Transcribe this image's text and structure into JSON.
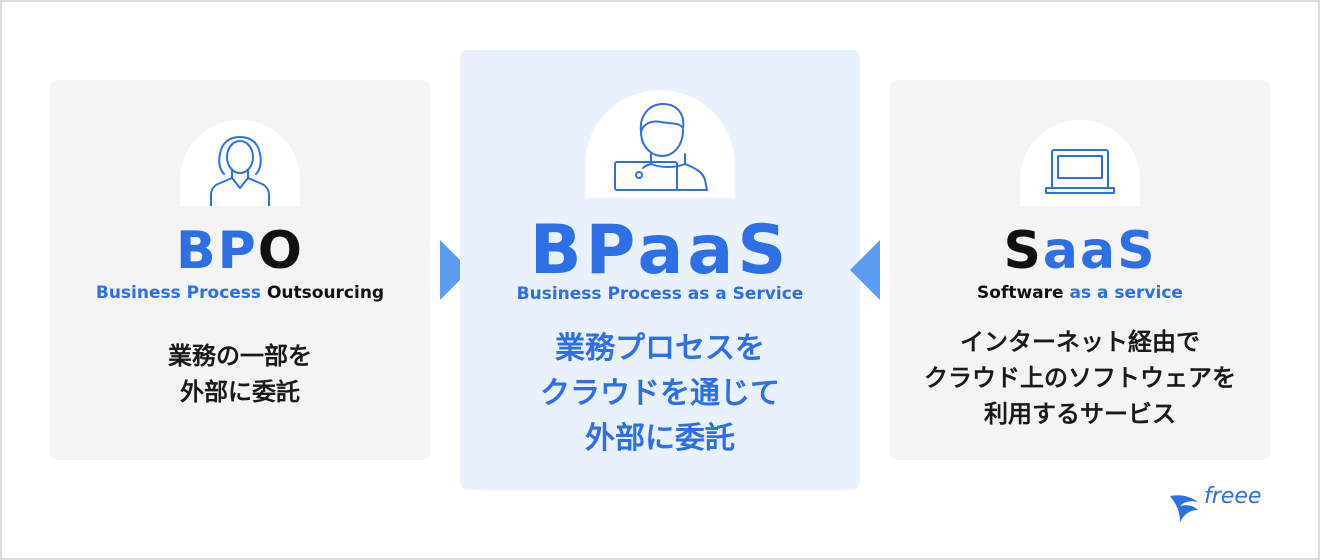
{
  "bpo": {
    "acronym_blue": "BP",
    "acronym_dark": "O",
    "fullname_blue": "Business Process",
    "fullname_dark": " Outsourcing",
    "desc_line1": "業務の一部を",
    "desc_line2": "外部に委託",
    "icon": "person-icon"
  },
  "bpaas": {
    "acronym": "BPaaS",
    "fullname": "Business Process as a Service",
    "desc_line1": "業務プロセスを",
    "desc_line2": "クラウドを通じて",
    "desc_line3": "外部に委託",
    "icon": "person-with-laptop-icon"
  },
  "saas": {
    "acronym_dark": "S",
    "acronym_blue": "aaS",
    "fullname_dark": "Software",
    "fullname_blue": " as a service",
    "desc_line1": "インターネット経由で",
    "desc_line2": "クラウド上のソフトウェアを",
    "desc_line3": "利用するサービス",
    "icon": "laptop-icon"
  },
  "logo": {
    "text": "freee"
  },
  "colors": {
    "accent": "#2e6ee6",
    "arrow": "#5b9bf0",
    "side_card_bg": "#f5f4f5",
    "center_card_bg": "#e8f1fc",
    "text_dark": "#111111"
  }
}
